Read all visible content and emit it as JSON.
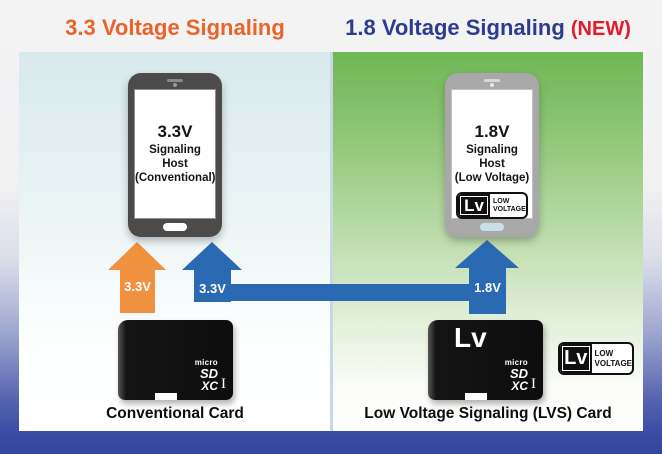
{
  "header": {
    "left_title": "3.3 Voltage Signaling",
    "right_title": "1.8 Voltage Signaling",
    "new_badge": "(NEW)"
  },
  "left": {
    "phone_screen": {
      "voltage": "3.3V",
      "host_line": "Signaling Host",
      "type_line": "(Conventional)"
    },
    "orange_arrow_label": "3.3V",
    "blue_arrow_label": "3.3V",
    "card_label": "Conventional Card"
  },
  "right": {
    "phone_screen": {
      "voltage": "1.8V",
      "host_line": "Signaling Host",
      "type_line": "(Low Voltage)"
    },
    "blue_arrow_label": "1.8V",
    "card_lv": "Lv",
    "card_label": "Low Voltage Signaling (LVS) Card"
  },
  "lv_badge": {
    "lv": "Lv",
    "word1": "LOW",
    "word2": "VOLTAGE"
  },
  "sd_logo": {
    "micro": "micro",
    "sd": "SD",
    "xc": "XC",
    "uhs_mark": "I"
  },
  "colors": {
    "heading_orange": "#E9632B",
    "heading_blue": "#2C3D8F",
    "new_red": "#E3192C",
    "arrow_orange": "#F0913F",
    "arrow_blue": "#2A6AB2",
    "panel_green": "#6FB655",
    "panel_cyan": "#D8EAEC",
    "frame_blue": "#3B4EA5"
  }
}
